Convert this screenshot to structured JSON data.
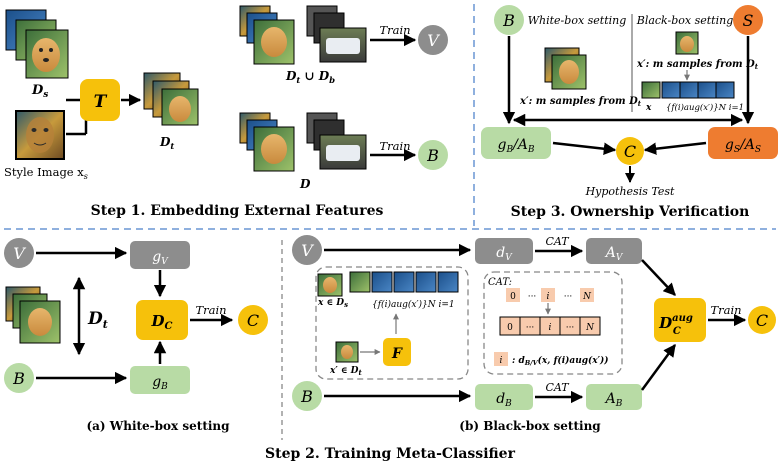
{
  "colors": {
    "orange": "#f6c10b",
    "green": "#b8dba5",
    "gray": "#8d8d8d",
    "red_orange": "#ee7c30",
    "lightgray": "#c8c8c8",
    "salmon": "#f8cbad",
    "dash_blue": "#8fb0de",
    "dash_gray": "#888888"
  },
  "step1": {
    "title": "Step 1. Embedding External Features",
    "ds_label": "D",
    "ds_sub": "s",
    "t_label": "T",
    "dt_label": "D",
    "dt_sub": "t",
    "style_label": "Style Image x",
    "style_sub": "s",
    "union_label": "D",
    "union_sub": "t",
    "union_mid": " ∪ D",
    "union_sub2": "b",
    "d_label": "D",
    "train1": "Train",
    "train2": "Train",
    "v_label": "V",
    "b_label": "B"
  },
  "step3": {
    "title": "Step 3. Ownership Verification",
    "b_label": "B",
    "s_label": "S",
    "white_setting": "White-box setting",
    "black_setting": "Black-box setting",
    "xprime_black": "x′: m samples from D",
    "xprime_black_sub": "t",
    "xprime_white": "x′: m samples from D",
    "xprime_white_sub": "t",
    "x_label": "x",
    "faug_label": "{f(i)aug(x′)}N i=1",
    "gb_label": "g",
    "gb_sub": "B",
    "ab_label": "/A",
    "ab_sub": "B",
    "gs_label": "g",
    "gs_sub": "S",
    "as_label": "/A",
    "as_sub": "S",
    "c_label": "C",
    "hypothesis": "Hypothesis Test"
  },
  "step2": {
    "title": "Step 2. Training Meta-Classifier",
    "white_caption": "(a) White-box setting",
    "black_caption": "(b) Black-box setting",
    "v_label": "V",
    "b_label": "B",
    "gv_label": "g",
    "gv_sub": "V",
    "gb_label": "g",
    "gb_sub": "B",
    "dt_label": "D",
    "dt_sub": "t",
    "dc_label": "D",
    "dc_sub": "C",
    "train": "Train",
    "c_label": "C",
    "dv_label": "d",
    "dv_sub": "V",
    "db_label": "d",
    "db_sub": "B",
    "av_label": "A",
    "av_sub": "V",
    "ab_label": "A",
    "ab_sub": "B",
    "cat1": "CAT",
    "cat2": "CAT",
    "cat_box_title": "CAT:",
    "cat_zero": "0",
    "cat_i": "i",
    "cat_dots": "···",
    "cat_n": "N",
    "cat_legend": ": d",
    "cat_legend_sub": "B/V",
    "cat_legend_rest": "(x, f(i)aug(x′))",
    "x_in_ds": "x ∈ D",
    "x_in_ds_sub": "s",
    "xprime_in_dt": "x′ ∈ D",
    "xprime_in_dt_sub": "t",
    "faug_set": "{f(i)aug(x′)}N i=1",
    "f_label": "F",
    "dcaug_label": "D",
    "dcaug_sub": "C",
    "dcaug_sup": "aug",
    "train_b": "Train",
    "c2_label": "C"
  }
}
